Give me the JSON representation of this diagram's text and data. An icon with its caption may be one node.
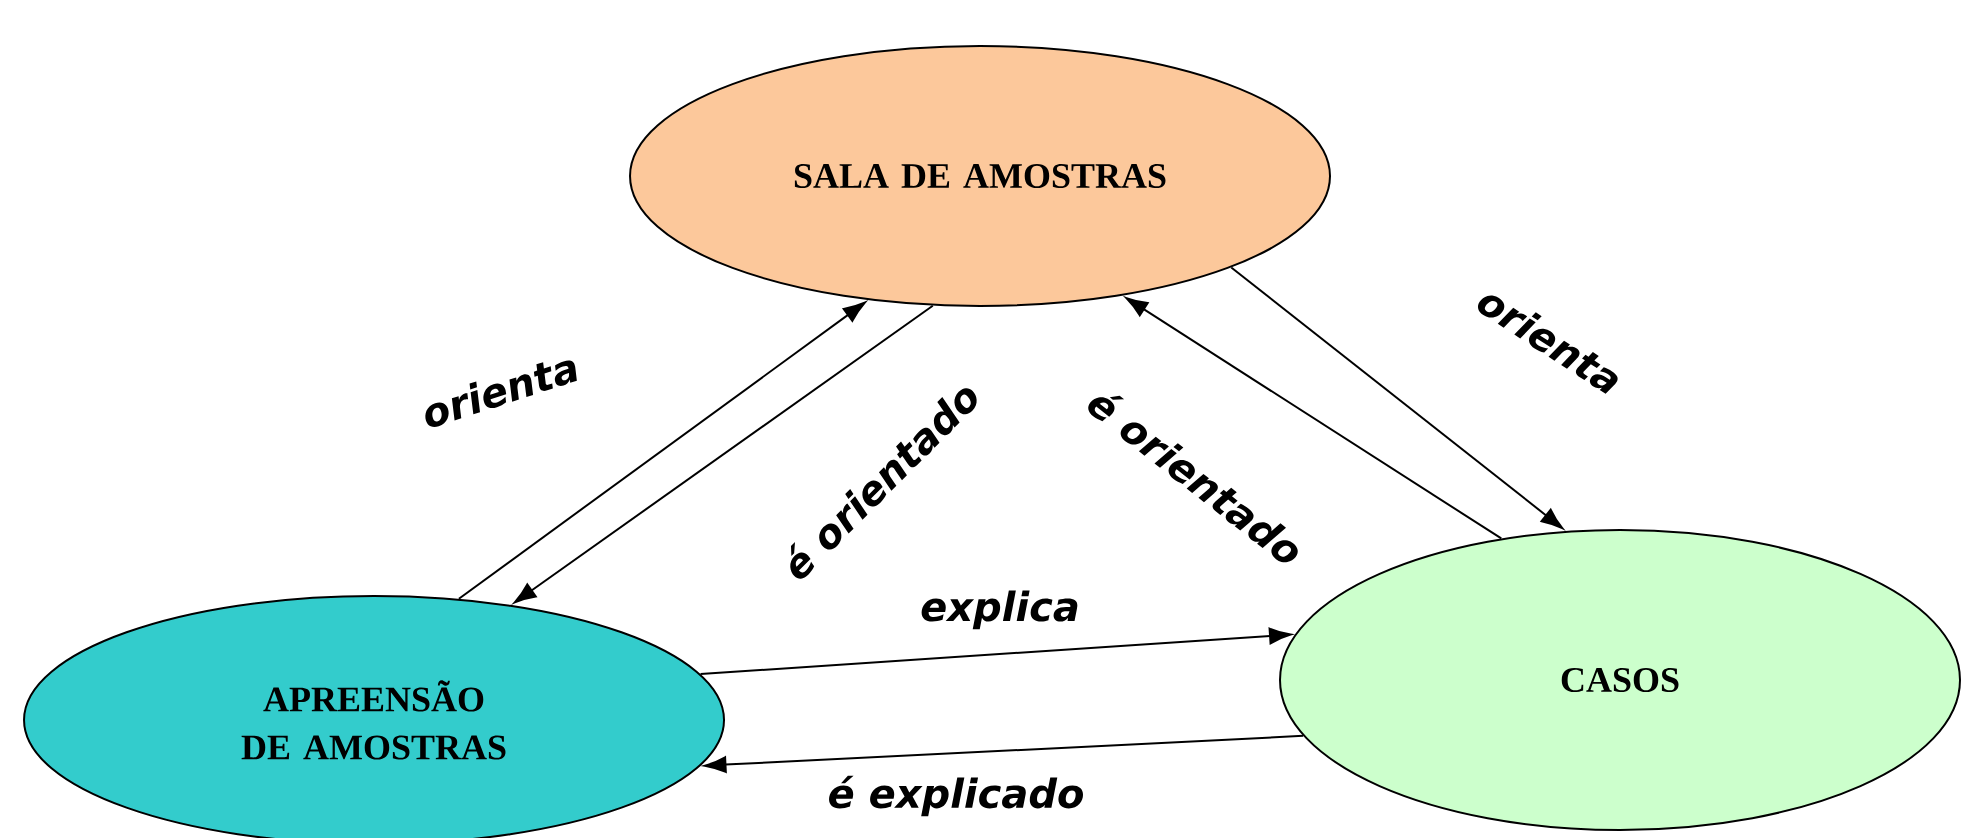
{
  "diagram": {
    "nodes": [
      {
        "text": [
          "SALA DE AMOSTRAS"
        ]
      },
      {
        "text": [
          "APREENSÃO DE AMOSTRAS"
        ]
      },
      {
        "text": [
          "CASOS"
        ]
      }
    ],
    "edges": [
      {
        "from": 1,
        "to": 0,
        "arrow": "to",
        "label": "orienta"
      },
      {
        "from": 0,
        "to": 1,
        "arrow": "to",
        "label": "é orientado"
      },
      {
        "from": 0,
        "to": 2,
        "arrow": "to",
        "label": "orienta"
      },
      {
        "from": 2,
        "to": 0,
        "arrow": "to",
        "label": "é orientado"
      },
      {
        "from": 1,
        "to": 2,
        "arrow": "to",
        "label": "explica"
      },
      {
        "from": 2,
        "to": 1,
        "arrow": "to",
        "label": "é explicado"
      }
    ]
  }
}
